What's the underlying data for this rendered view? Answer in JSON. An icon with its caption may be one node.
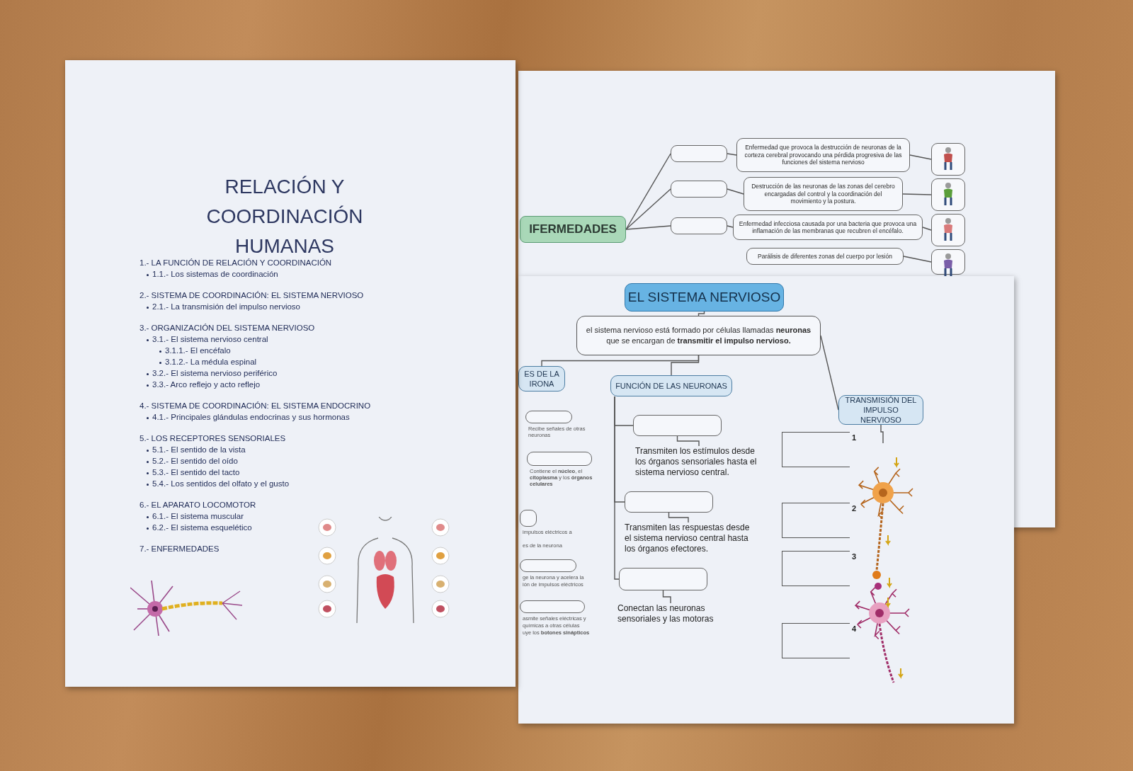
{
  "diagram": {
    "nodes": [
      {
        "text": [
          "IFERMEDADES"
        ]
      },
      {
        "text": [],
        "shape": "box"
      },
      {
        "text": [],
        "shape": "box"
      },
      {
        "text": [],
        "shape": "box"
      },
      {
        "text": [
          "Enfermedad que provoca la destrucción de neuronas de la corteza cerebral provocando una pérdida progresiva de las funciones del sistema nervioso"
        ]
      },
      {
        "text": [
          "Destrucción de las neuronas de las zonas del cerebro encargadas del control y la coordinación del movimiento y la postura."
        ]
      },
      {
        "text": [
          "Enfermedad infecciosa causada por una bacteria que provoca una inflamación de las membranas que recubren el encéfalo."
        ]
      },
      {
        "text": [
          "Parálisis de diferentes zonas del cuerpo por lesión"
        ]
      },
      {
        "text": [],
        "shape": "picture"
      },
      {
        "text": [],
        "shape": "picture"
      },
      {
        "text": [],
        "shape": "picture"
      },
      {
        "text": [],
        "shape": "picture"
      },
      {
        "text": [
          "EL SISTEMA NERVIOSO"
        ]
      },
      {
        "text": [
          "el sistema nervioso está formado por células llamadas **neuronas** que se encargan de **transmitir el impulso nervioso.**"
        ]
      },
      {
        "text": [
          "ES DE LA IRONA"
        ]
      },
      {
        "text": [
          "FUNCIÓN DE LAS NEURONAS"
        ]
      },
      {
        "text": [
          "TRANSMISIÓN DEL IMPULSO NERVIOSO"
        ]
      },
      {
        "text": [],
        "shape": "box"
      },
      {
        "text": [],
        "shape": "box"
      },
      {
        "text": [],
        "shape": "box"
      },
      {
        "text": [
          "Transmiten los estímulos desde los órganos sensoriales hasta el sistema nervioso central."
        ]
      },
      {
        "text": [
          "Transmiten las respuestas desde el sistema nervioso central hasta los órganos efectores."
        ]
      },
      {
        "text": [
          "Conectan las neuronas sensoriales y las motoras"
        ]
      },
      {
        "text": [],
        "shape": "box",
        "beside": [
          "Recibe señales de otras neuronas"
        ]
      },
      {
        "text": [],
        "shape": "box",
        "beside": [
          "Contiene el **núcleo**, el **citoplasma** y los **órganos celulares**"
        ]
      },
      {
        "text": [],
        "shape": "box",
        "beside": [
          "impulsos eléctricos a",
          "es de la neurona"
        ]
      },
      {
        "text": [],
        "shape": "box",
        "beside": [
          "ge la neurona y acelera la",
          "ión de impulsos eléctricos"
        ]
      },
      {
        "text": [],
        "shape": "box",
        "beside": [
          "asmite señales eléctricas y",
          "químicas a otras células",
          "uye los **botones sinápticos**"
        ]
      },
      {
        "text": [],
        "shape": "box"
      },
      {
        "text": [],
        "shape": "box"
      },
      {
        "text": [],
        "shape": "box"
      },
      {
        "text": [],
        "shape": "box"
      },
      {
        "text": [],
        "shape": "picture"
      }
    ],
    "edges": [
      {
        "from": 0,
        "to": 1,
        "arrow": "none"
      },
      {
        "from": 0,
        "to": 2,
        "arrow": "none"
      },
      {
        "from": 0,
        "to": 3,
        "arrow": "none"
      },
      {
        "from": 1,
        "to": 4,
        "arrow": "none"
      },
      {
        "from": 2,
        "to": 5,
        "arrow": "none"
      },
      {
        "from": 3,
        "to": 6,
        "arrow": "none"
      },
      {
        "from": 4,
        "to": 8,
        "arrow": "none"
      },
      {
        "from": 5,
        "to": 9,
        "arrow": "none"
      },
      {
        "from": 6,
        "to": 10,
        "arrow": "none"
      },
      {
        "from": 7,
        "to": 11,
        "arrow": "none"
      },
      {
        "from": 12,
        "to": 13,
        "arrow": "none"
      },
      {
        "from": 13,
        "to": 14,
        "arrow": "none"
      },
      {
        "from": 13,
        "to": 15,
        "arrow": "none"
      },
      {
        "from": 13,
        "to": 16,
        "arrow": "none"
      },
      {
        "from": 15,
        "to": 17,
        "arrow": "none"
      },
      {
        "from": 15,
        "to": 18,
        "arrow": "none"
      },
      {
        "from": 15,
        "to": 19,
        "arrow": "none"
      },
      {
        "from": 17,
        "to": 20,
        "arrow": "none"
      },
      {
        "from": 18,
        "to": 21,
        "arrow": "none"
      },
      {
        "from": 19,
        "to": 22,
        "arrow": "none"
      },
      {
        "from": 16,
        "to": 32,
        "arrow": "none"
      }
    ],
    "labels": [
      "RELACIÓN Y COORDINACIÓN HUMANAS",
      "1.- LA FUNCIÓN DE RELACIÓN Y COORDINACIÓN",
      "1.1.- Los sistemas de coordinación",
      "2.- SISTEMA DE COORDINACIÓN: EL SISTEMA NERVIOSO",
      "2.1.- La transmisión del impulso nervioso",
      "3.- ORGANIZACIÓN DEL SISTEMA NERVIOSO",
      "3.1.- El sistema nervioso central",
      "3.1.1.- El encéfalo",
      "3.1.2.- La médula espinal",
      "3.2.- El sistema nervioso periférico",
      "3.3.- Arco reflejo y acto reflejo",
      "4.- SISTEMA DE COORDINACIÓN: EL SISTEMA ENDOCRINO",
      "4.1.- Principales glándulas endocrinas y sus hormonas",
      "5.- LOS RECEPTORES SENSORIALES",
      "5.1.- El sentido de la vista",
      "5.2.- El sentido del oído",
      "5.3.- El sentido del tacto",
      "5.4.- Los sentidos del olfato y el gusto",
      "6.- EL APARATO LOCOMOTOR",
      "6.1.- El sistema muscular",
      "6.2.- El sistema esquelético",
      "7.- ENFERMEDADES",
      "1",
      "2",
      "3",
      "4"
    ]
  }
}
